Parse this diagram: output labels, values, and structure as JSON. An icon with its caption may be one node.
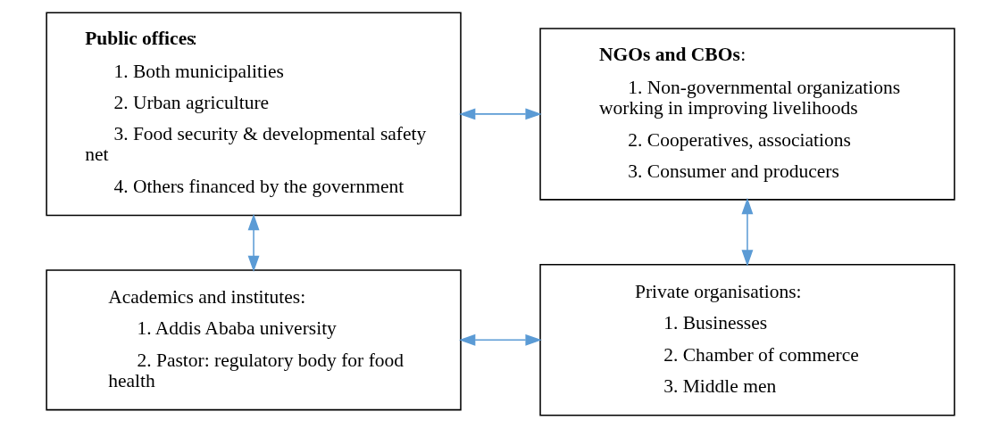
{
  "diagram": {
    "nodes": [
      {
        "text": [
          "**Public offices**:",
          "1. Both municipalities",
          "2. Urban agriculture",
          "3. Food security & developmental safety net",
          "4. Others financed by the government"
        ]
      },
      {
        "text": [
          "**NGOs and CBOs**:",
          "1. Non-governmental organizations working in improving livelihoods",
          "2. Cooperatives, associations",
          "3. Consumer and producers"
        ]
      },
      {
        "text": [
          "Academics and institutes:",
          "1. Addis Ababa university",
          "2. Pastor: regulatory body for food health"
        ]
      },
      {
        "text": [
          "Private organisations:",
          "1. Businesses",
          "2. Chamber of commerce",
          "3. Middle men"
        ]
      }
    ],
    "edges": [
      {
        "from": 0,
        "to": 1,
        "arrow": "both",
        "color": "#5b9bd5"
      },
      {
        "from": 0,
        "to": 2,
        "arrow": "both",
        "color": "#5b9bd5"
      },
      {
        "from": 1,
        "to": 3,
        "arrow": "both",
        "color": "#5b9bd5"
      },
      {
        "from": 2,
        "to": 3,
        "arrow": "both",
        "color": "#5b9bd5"
      }
    ]
  }
}
